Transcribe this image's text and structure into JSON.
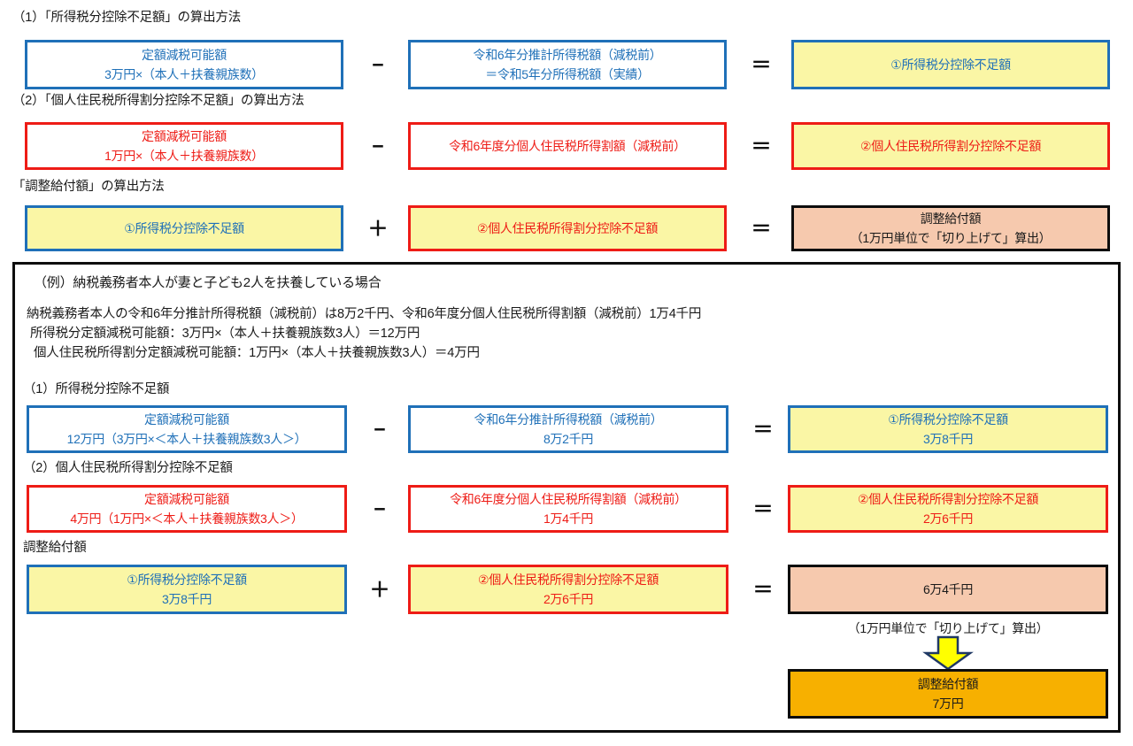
{
  "colors": {
    "blue": "#1f70b8",
    "red": "#ee1c16",
    "yellow_fill": "#faf6a5",
    "peach_fill": "#f6c9ae",
    "orange_fill": "#f7b000",
    "black": "#0d0d0d"
  },
  "top_section": {
    "captions": {
      "part1": "（1）「所得税分控除不足額」の算出方法",
      "part2": "（2）「個人住民税所得割分控除不足額」の算出方法",
      "part3": "「調整給付額」の算出方法"
    },
    "row1": {
      "box_a": {
        "line1": "定額減税可能額",
        "line2": "3万円×（本人＋扶養親族数）"
      },
      "operator1": "−",
      "box_b": {
        "line1": "令和6年分推計所得税額（減税前）",
        "line2": "＝令和5年分所得税額（実績）"
      },
      "operator2": "＝",
      "box_c": {
        "line1": "①所得税分控除不足額",
        "line2": ""
      }
    },
    "row2": {
      "box_a": {
        "line1": "定額減税可能額",
        "line2": "1万円×（本人＋扶養親族数）"
      },
      "operator1": "−",
      "box_b": {
        "line1": "令和6年度分個人住民税所得割額（減税前）",
        "line2": ""
      },
      "operator2": "＝",
      "box_c": {
        "line1": "②個人住民税所得割分控除不足額",
        "line2": ""
      }
    },
    "row3": {
      "box_a": {
        "line1": "①所得税分控除不足額",
        "line2": ""
      },
      "operator1": "＋",
      "box_b": {
        "line1": "②個人住民税所得割分控除不足額",
        "line2": ""
      },
      "operator2": "＝",
      "box_c": {
        "line1": "調整給付額",
        "line2": "（1万円単位で「切り上げて」算出）"
      }
    }
  },
  "example": {
    "heading": "（例）納税義務者本人が妻と子ども2人を扶養している場合",
    "lines": [
      "納税義務者本人の令和6年分推計所得税額（減税前）は8万2千円、令和6年度分個人住民税所得割額（減税前）1万4千円",
      "所得税分定額減税可能額：3万円×（本人＋扶養親族数3人）＝12万円",
      "個人住民税所得割分定額減税可能額：1万円×（本人＋扶養親族数3人）＝4万円"
    ],
    "captions": {
      "part1": "（1）所得税分控除不足額",
      "part2": "（2）個人住民税所得割分控除不足額",
      "part3": "調整給付額"
    },
    "row1": {
      "box_a": {
        "line1": "定額減税可能額",
        "line2": "12万円（3万円×＜本人＋扶養親族数3人＞）"
      },
      "operator1": "−",
      "box_b": {
        "line1": "令和6年分推計所得税額（減税前）",
        "line2": "8万2千円"
      },
      "operator2": "＝",
      "box_c": {
        "line1": "①所得税分控除不足額",
        "line2": "3万8千円"
      }
    },
    "row2": {
      "box_a": {
        "line1": "定額減税可能額",
        "line2": "4万円（1万円×＜本人＋扶養親族数3人＞）"
      },
      "operator1": "−",
      "box_b": {
        "line1": "令和6年度分個人住民税所得割額（減税前）",
        "line2": "1万4千円"
      },
      "operator2": "＝",
      "box_c": {
        "line1": "②個人住民税所得割分控除不足額",
        "line2": "2万6千円"
      }
    },
    "row3": {
      "box_a": {
        "line1": "①所得税分控除不足額",
        "line2": "3万8千円"
      },
      "operator1": "＋",
      "box_b": {
        "line1": "②個人住民税所得割分控除不足額",
        "line2": "2万6千円"
      },
      "operator2": "＝",
      "box_c": {
        "line1": "6万4千円",
        "line2": ""
      }
    },
    "roundup_note": "（1万円単位で「切り上げて」算出）",
    "arrow": "down-arrow",
    "final_box": {
      "line1": "調整給付額",
      "line2": "7万円"
    }
  }
}
